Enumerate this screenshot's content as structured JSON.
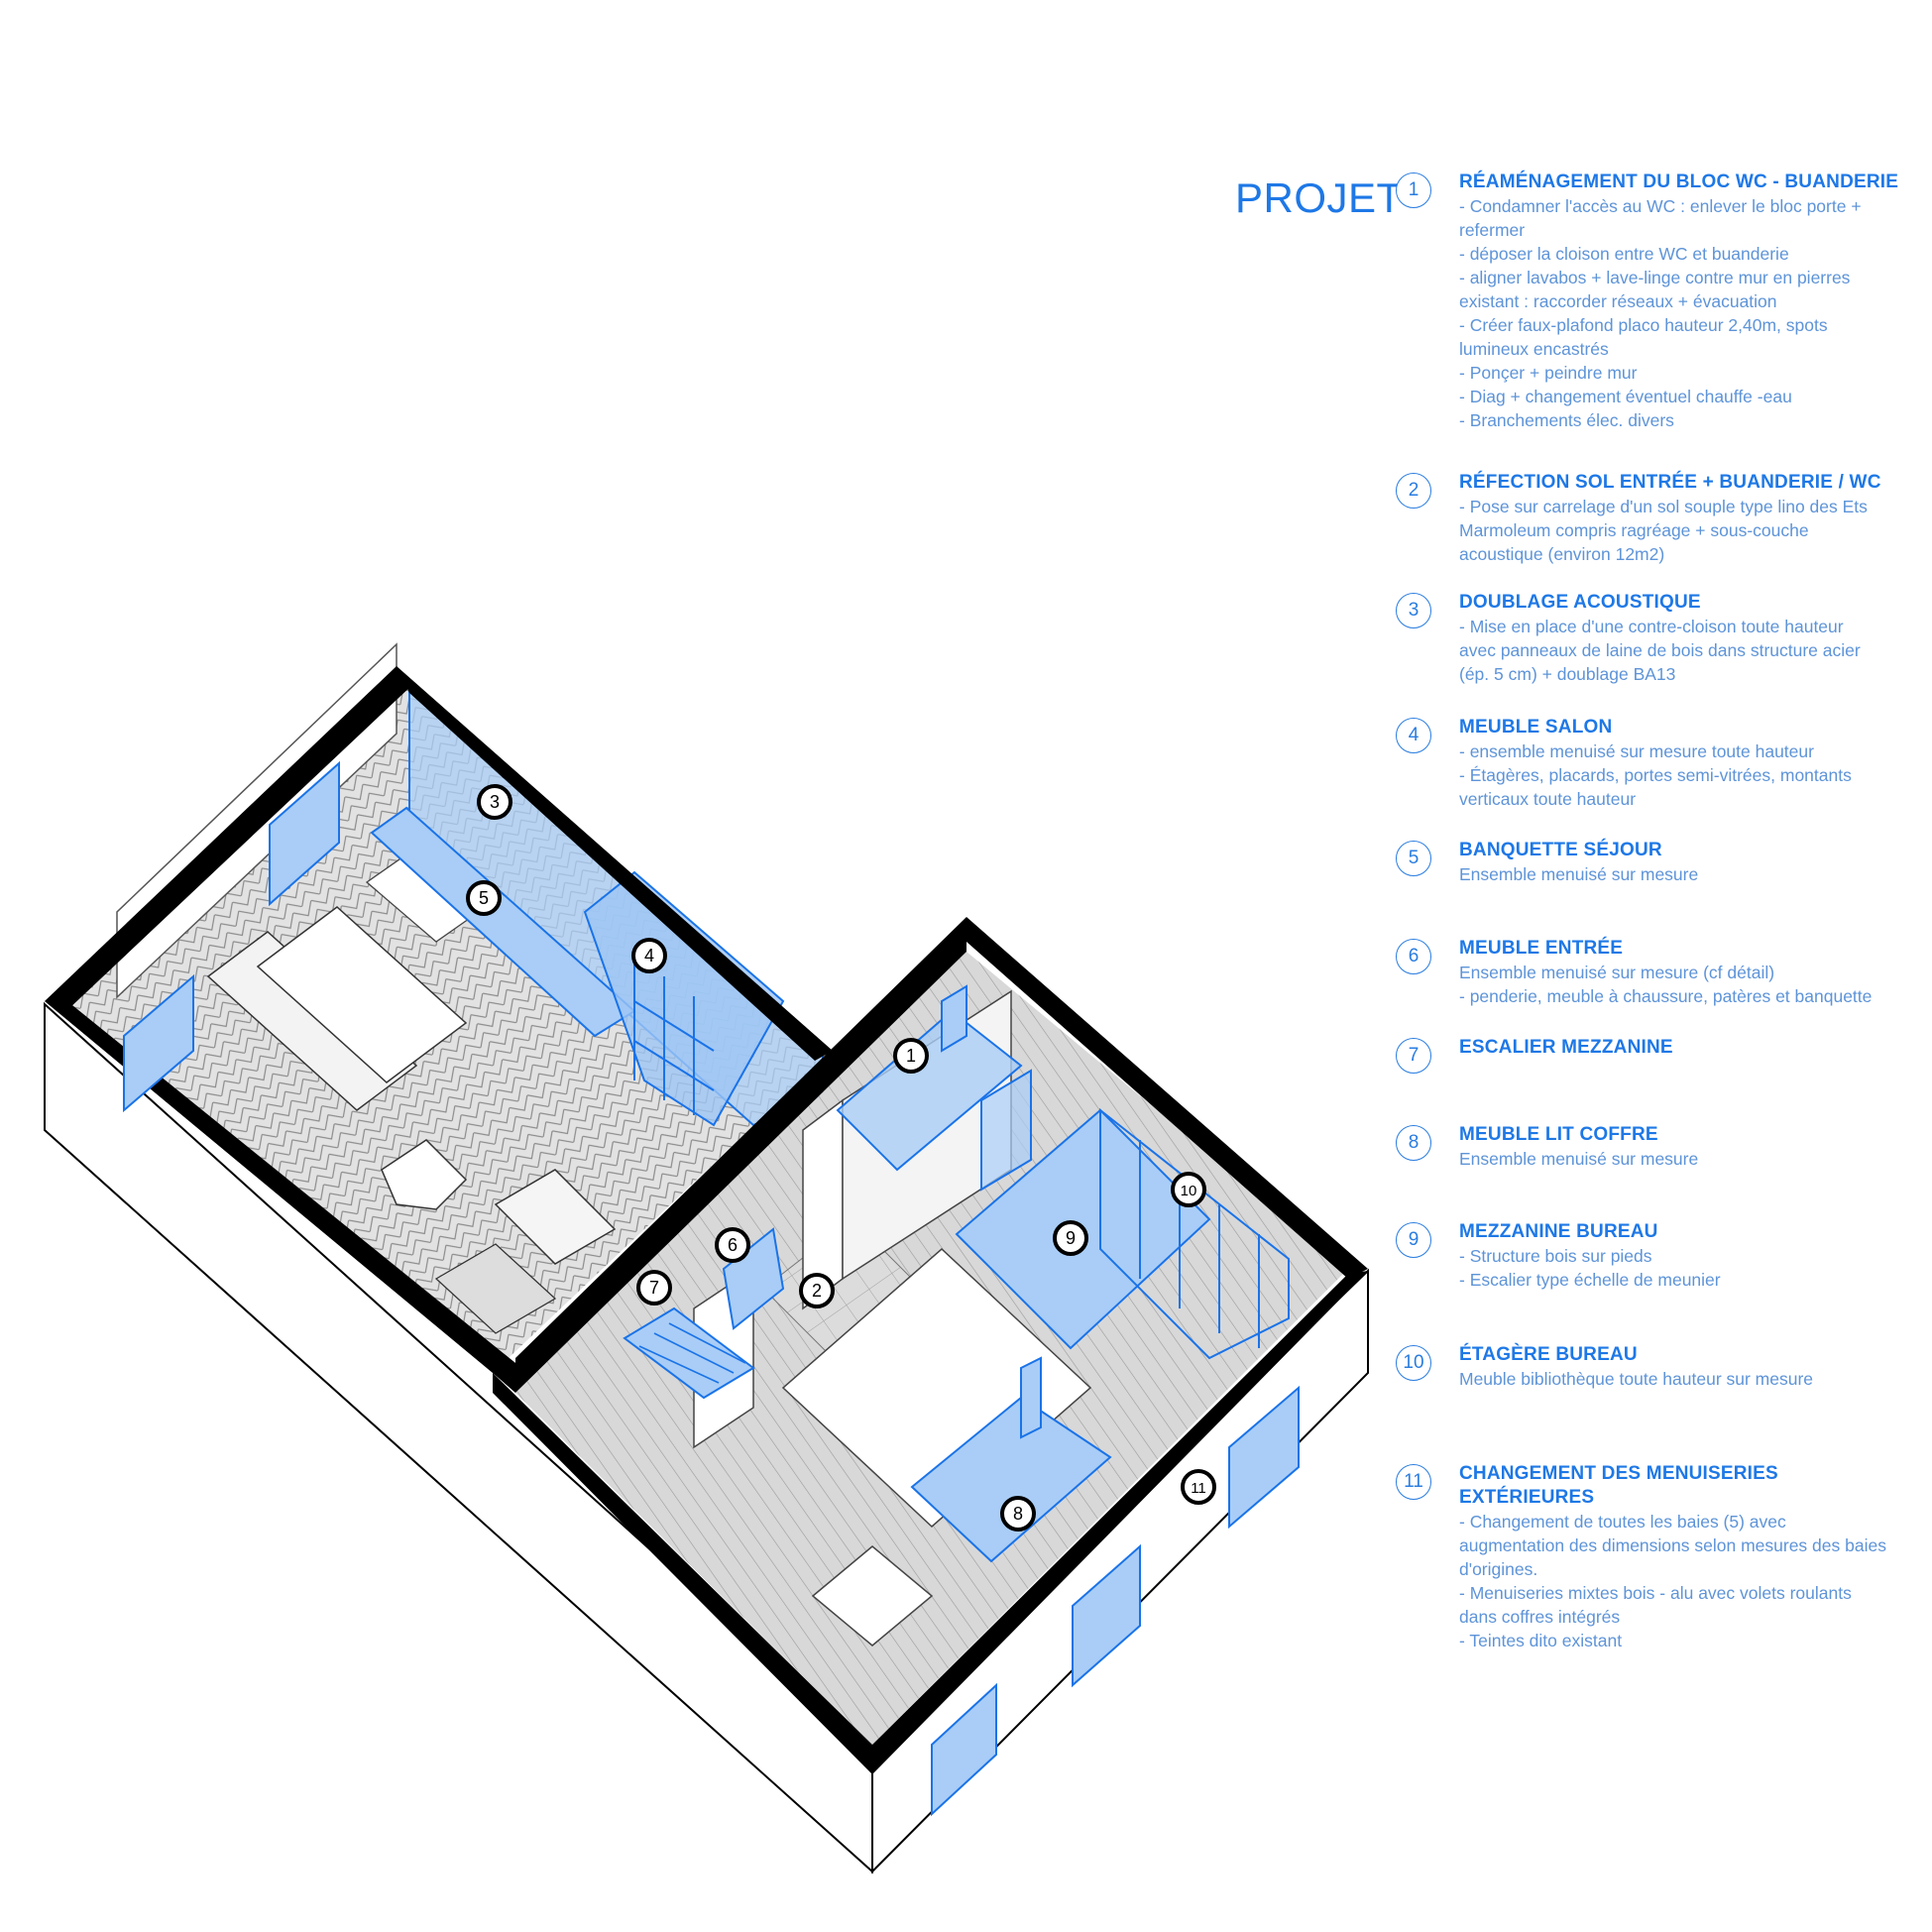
{
  "title": "PROJET",
  "colors": {
    "accent": "#1e78e6",
    "highlight_fill": "#a9cdf6",
    "highlight_stroke": "#1a73e8",
    "wall": "#000000"
  },
  "legend": [
    {
      "num": "1",
      "title": "RÉAMÉNAGEMENT DU BLOC WC - BUANDERIE",
      "lines": [
        "- Condamner l'accès au WC : enlever le bloc porte +",
        "refermer",
        "- déposer la cloison entre WC et buanderie",
        "- aligner lavabos + lave-linge contre mur en pierres",
        "existant : raccorder réseaux + évacuation",
        "- Créer faux-plafond placo hauteur 2,40m, spots",
        "lumineux encastrés",
        "- Ponçer + peindre mur",
        "- Diag + changement éventuel chauffe -eau",
        "- Branchements élec. divers"
      ]
    },
    {
      "num": "2",
      "title": "RÉFECTION SOL ENTRÉE + BUANDERIE / WC",
      "lines": [
        "- Pose sur carrelage d'un sol souple type lino des Ets",
        "Marmoleum compris ragréage + sous-couche",
        "acoustique (environ 12m2)"
      ]
    },
    {
      "num": "3",
      "title": "DOUBLAGE ACOUSTIQUE",
      "lines": [
        "- Mise en place d'une contre-cloison toute hauteur",
        "avec panneaux de laine de bois dans structure acier",
        "(ép. 5 cm) + doublage BA13"
      ]
    },
    {
      "num": "4",
      "title": "MEUBLE SALON",
      "lines": [
        "- ensemble menuisé sur mesure toute hauteur",
        "- Étagères, placards, portes semi-vitrées, montants",
        "verticaux toute hauteur"
      ]
    },
    {
      "num": "5",
      "title": "BANQUETTE SÉJOUR",
      "lines": [
        "Ensemble menuisé sur mesure"
      ]
    },
    {
      "num": "6",
      "title": "MEUBLE ENTRÉE",
      "lines": [
        "Ensemble menuisé sur mesure (cf détail)",
        "- penderie, meuble à chaussure, patères et banquette"
      ]
    },
    {
      "num": "7",
      "title": "ESCALIER MEZZANINE",
      "lines": []
    },
    {
      "num": "8",
      "title": "MEUBLE LIT COFFRE",
      "lines": [
        "Ensemble menuisé sur mesure"
      ]
    },
    {
      "num": "9",
      "title": "MEZZANINE BUREAU",
      "lines": [
        "- Structure bois sur pieds",
        "- Escalier type échelle de meunier"
      ]
    },
    {
      "num": "10",
      "title": "ÉTAGÈRE BUREAU",
      "lines": [
        "Meuble bibliothèque toute hauteur sur mesure"
      ]
    },
    {
      "num": "11",
      "title": "CHANGEMENT DES MENUISERIES EXTÉRIEURES",
      "lines": [
        "- Changement de toutes les baies (5) avec",
        "augmentation des dimensions selon mesures des baies",
        "d'origines.",
        "- Menuiseries mixtes bois - alu avec volets roulants",
        "dans coffres intégrés",
        "- Teintes dito existant"
      ]
    }
  ],
  "markers": [
    "1",
    "2",
    "3",
    "4",
    "5",
    "6",
    "7",
    "8",
    "9",
    "10",
    "11"
  ]
}
